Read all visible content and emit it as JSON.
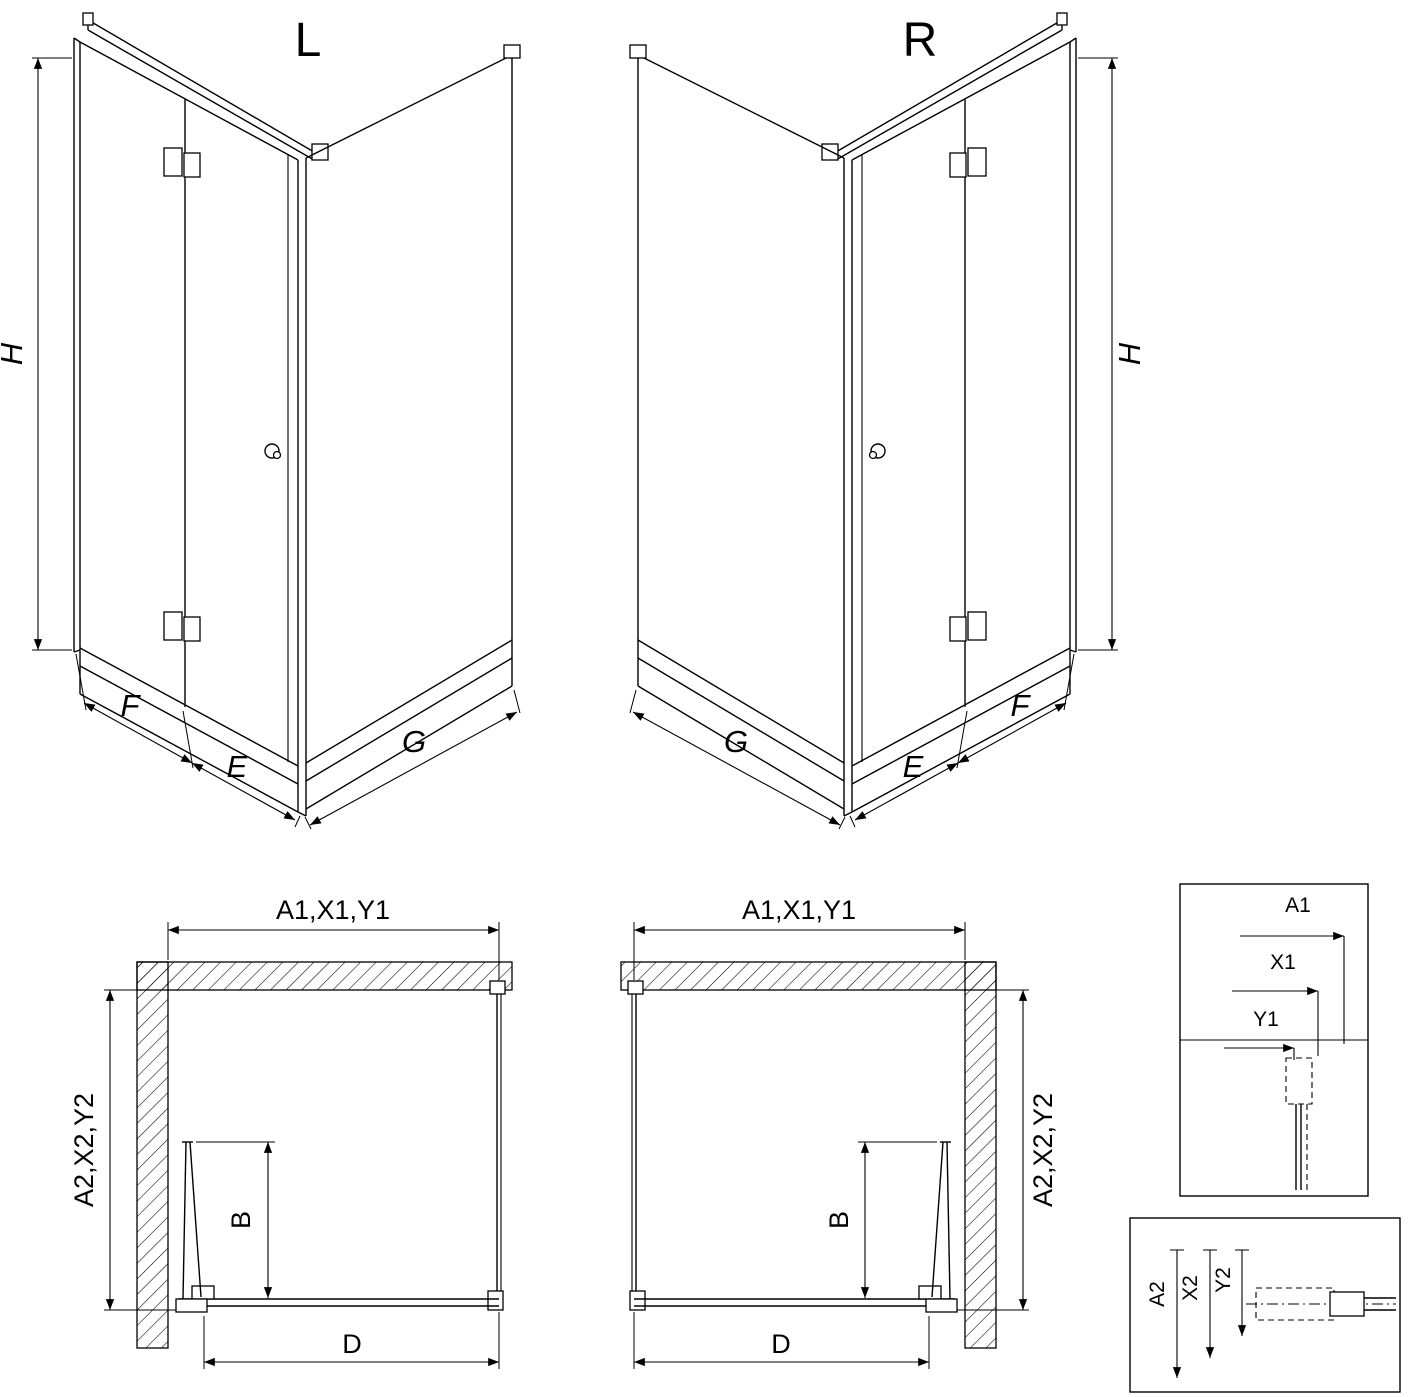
{
  "elevation_left": {
    "label": "L",
    "dim_height": "H",
    "dim_fold_panel": "F",
    "dim_fixed_panel": "E",
    "dim_side_panel": "G"
  },
  "elevation_right": {
    "label": "R",
    "dim_height": "H",
    "dim_fold_panel": "F",
    "dim_fixed_panel": "E",
    "dim_side_panel": "G"
  },
  "plan_left": {
    "dim_top": "A1,X1,Y1",
    "dim_side": "A2,X2,Y2",
    "dim_door": "B",
    "dim_width": "D"
  },
  "plan_right": {
    "dim_top": "A1,X1,Y1",
    "dim_side": "A2,X2,Y2",
    "dim_door": "B",
    "dim_width": "D"
  },
  "detail_width": {
    "dim_a": "A1",
    "dim_x": "X1",
    "dim_y": "Y1"
  },
  "detail_depth": {
    "dim_a": "A2",
    "dim_x": "X2",
    "dim_y": "Y2"
  },
  "colors": {
    "line": "#000000",
    "background": "#ffffff"
  }
}
